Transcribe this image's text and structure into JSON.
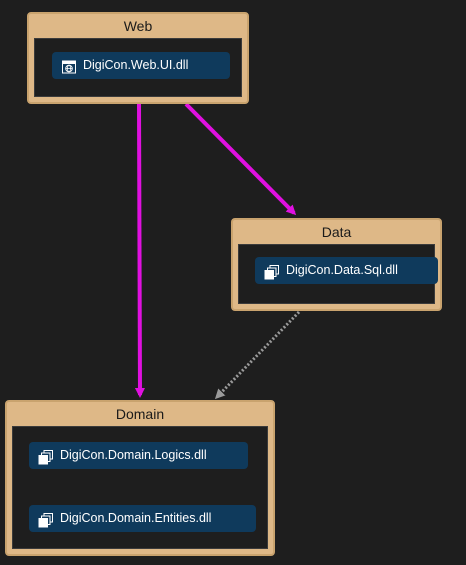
{
  "diagram": {
    "groups": {
      "web": {
        "title": "Web",
        "nodes": [
          {
            "label": "DigiCon.Web.UI.dll",
            "icon": "web-assembly-icon"
          }
        ]
      },
      "data": {
        "title": "Data",
        "nodes": [
          {
            "label": "DigiCon.Data.Sql.dll",
            "icon": "assembly-icon"
          }
        ]
      },
      "domain": {
        "title": "Domain",
        "nodes": [
          {
            "label": "DigiCon.Domain.Logics.dll",
            "icon": "assembly-icon"
          },
          {
            "label": "DigiCon.Domain.Entities.dll",
            "icon": "assembly-icon"
          }
        ]
      }
    },
    "links": [
      {
        "from": "Web",
        "to": "Domain",
        "style": "solid",
        "color": "#e010e0"
      },
      {
        "from": "Web",
        "to": "Data",
        "style": "solid",
        "color": "#e010e0"
      },
      {
        "from": "Data",
        "to": "Domain",
        "style": "dotted",
        "color": "#9a9a9a"
      }
    ],
    "colors": {
      "background": "#1e1e1e",
      "group_header": "#deb887",
      "node_fill": "#0f3a5c",
      "node_text": "#ffffff",
      "primary_link": "#e010e0",
      "secondary_link": "#9a9a9a"
    }
  }
}
